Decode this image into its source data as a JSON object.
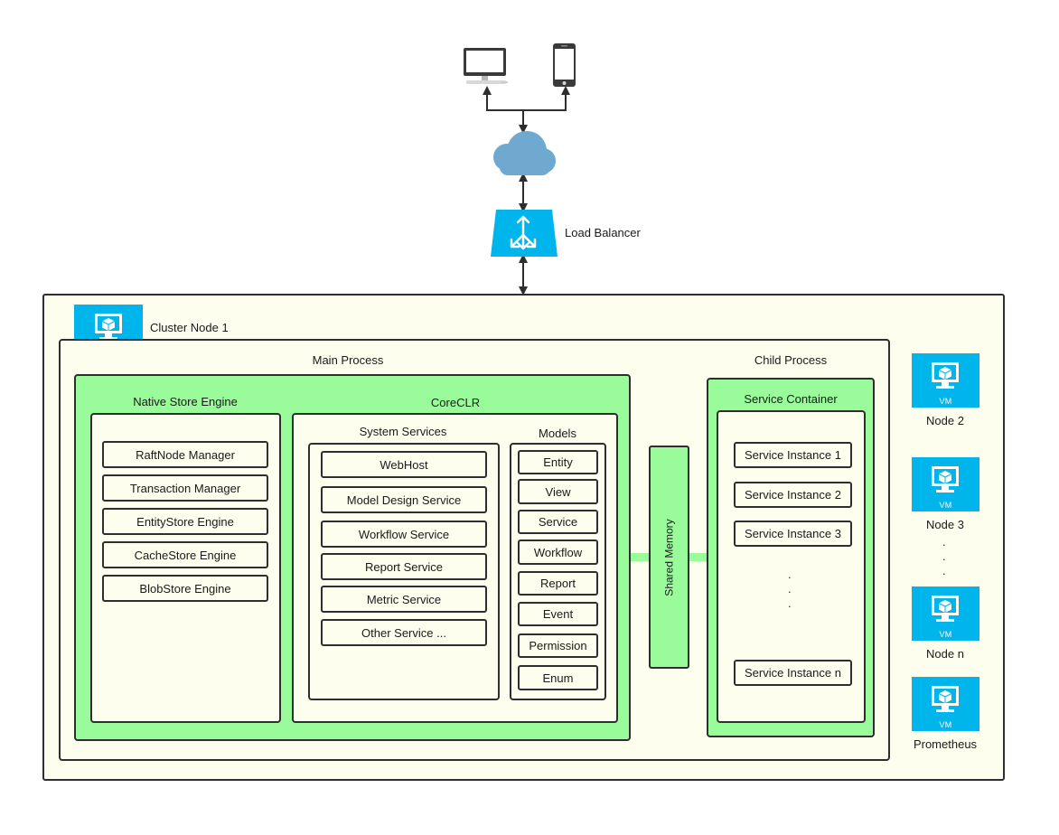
{
  "load_balancer_label": "Load Balancer",
  "cluster_node_label": "Cluster Node 1",
  "vm_badge": "VM",
  "main_process": {
    "title": "Main Process",
    "native_store": {
      "title": "Native Store Engine",
      "items": [
        "RaftNode Manager",
        "Transaction Manager",
        "EntityStore Engine",
        "CacheStore Engine",
        "BlobStore Engine"
      ]
    },
    "coreclr": {
      "title": "CoreCLR",
      "system_services": {
        "title": "System Services",
        "items": [
          "WebHost",
          "Model Design Service",
          "Workflow Service",
          "Report Service",
          "Metric Service",
          "Other Service ..."
        ]
      },
      "models": {
        "title": "Models",
        "items": [
          "Entity",
          "View",
          "Service",
          "Workflow",
          "Report",
          "Event",
          "Permission",
          "Enum"
        ]
      }
    }
  },
  "shared_memory_label": "Shared Memory",
  "child_process": {
    "title": "Child Process",
    "service_container": {
      "title": "Service Container",
      "items": [
        "Service Instance 1",
        "Service Instance 2",
        "Service Instance 3",
        "Service Instance n"
      ],
      "ellipsis": ".\n.\n."
    }
  },
  "other_nodes": [
    "Node 2",
    "Node 3",
    "Node n",
    "Prometheus"
  ],
  "nodes_ellipsis": ".\n.\n.",
  "colors": {
    "vm_blue": "#00b4ec",
    "cloud_blue": "#6fa9cf",
    "process_green": "#99fb99",
    "panel_cream": "#fefeee",
    "border": "#2e2e2e"
  },
  "icons": [
    "desktop-icon",
    "smartphone-icon",
    "cloud-icon",
    "load-balancer-icon",
    "vm-icon"
  ]
}
